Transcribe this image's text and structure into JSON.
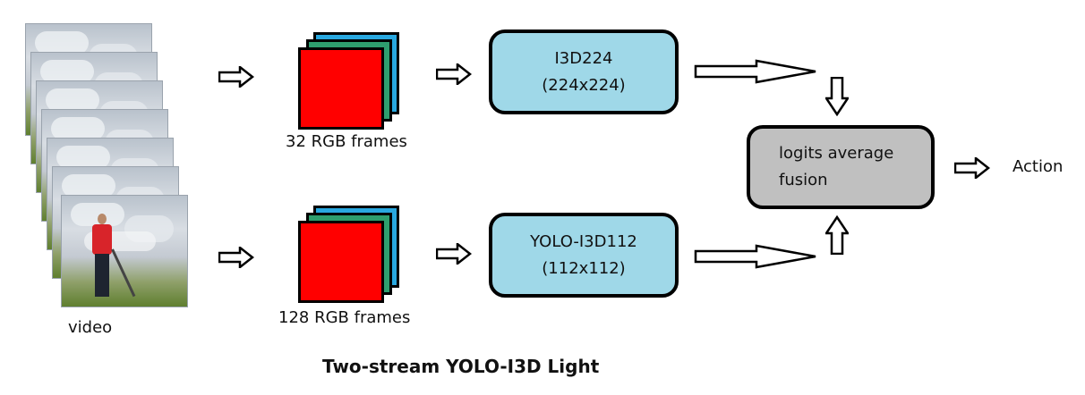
{
  "inputs": {
    "video_label": "video",
    "frames_top_label": "32 RGB frames",
    "frames_bottom_label": "128 RGB frames"
  },
  "streams": {
    "top": {
      "line1": "I3D224",
      "line2": "(224x224)"
    },
    "bottom": {
      "line1": "YOLO-I3D112",
      "line2": "(112x112)"
    }
  },
  "fusion": {
    "line1": "logits average",
    "line2": "fusion"
  },
  "output_label": "Action",
  "caption": "Two-stream YOLO-I3D Light",
  "colors": {
    "stream_box_fill": "#9fd8e8",
    "fusion_box_fill": "#c0c0c0",
    "frame_front": "#ff0000",
    "frame_middle": "#2e9e6e",
    "frame_back": "#29a8e0"
  }
}
